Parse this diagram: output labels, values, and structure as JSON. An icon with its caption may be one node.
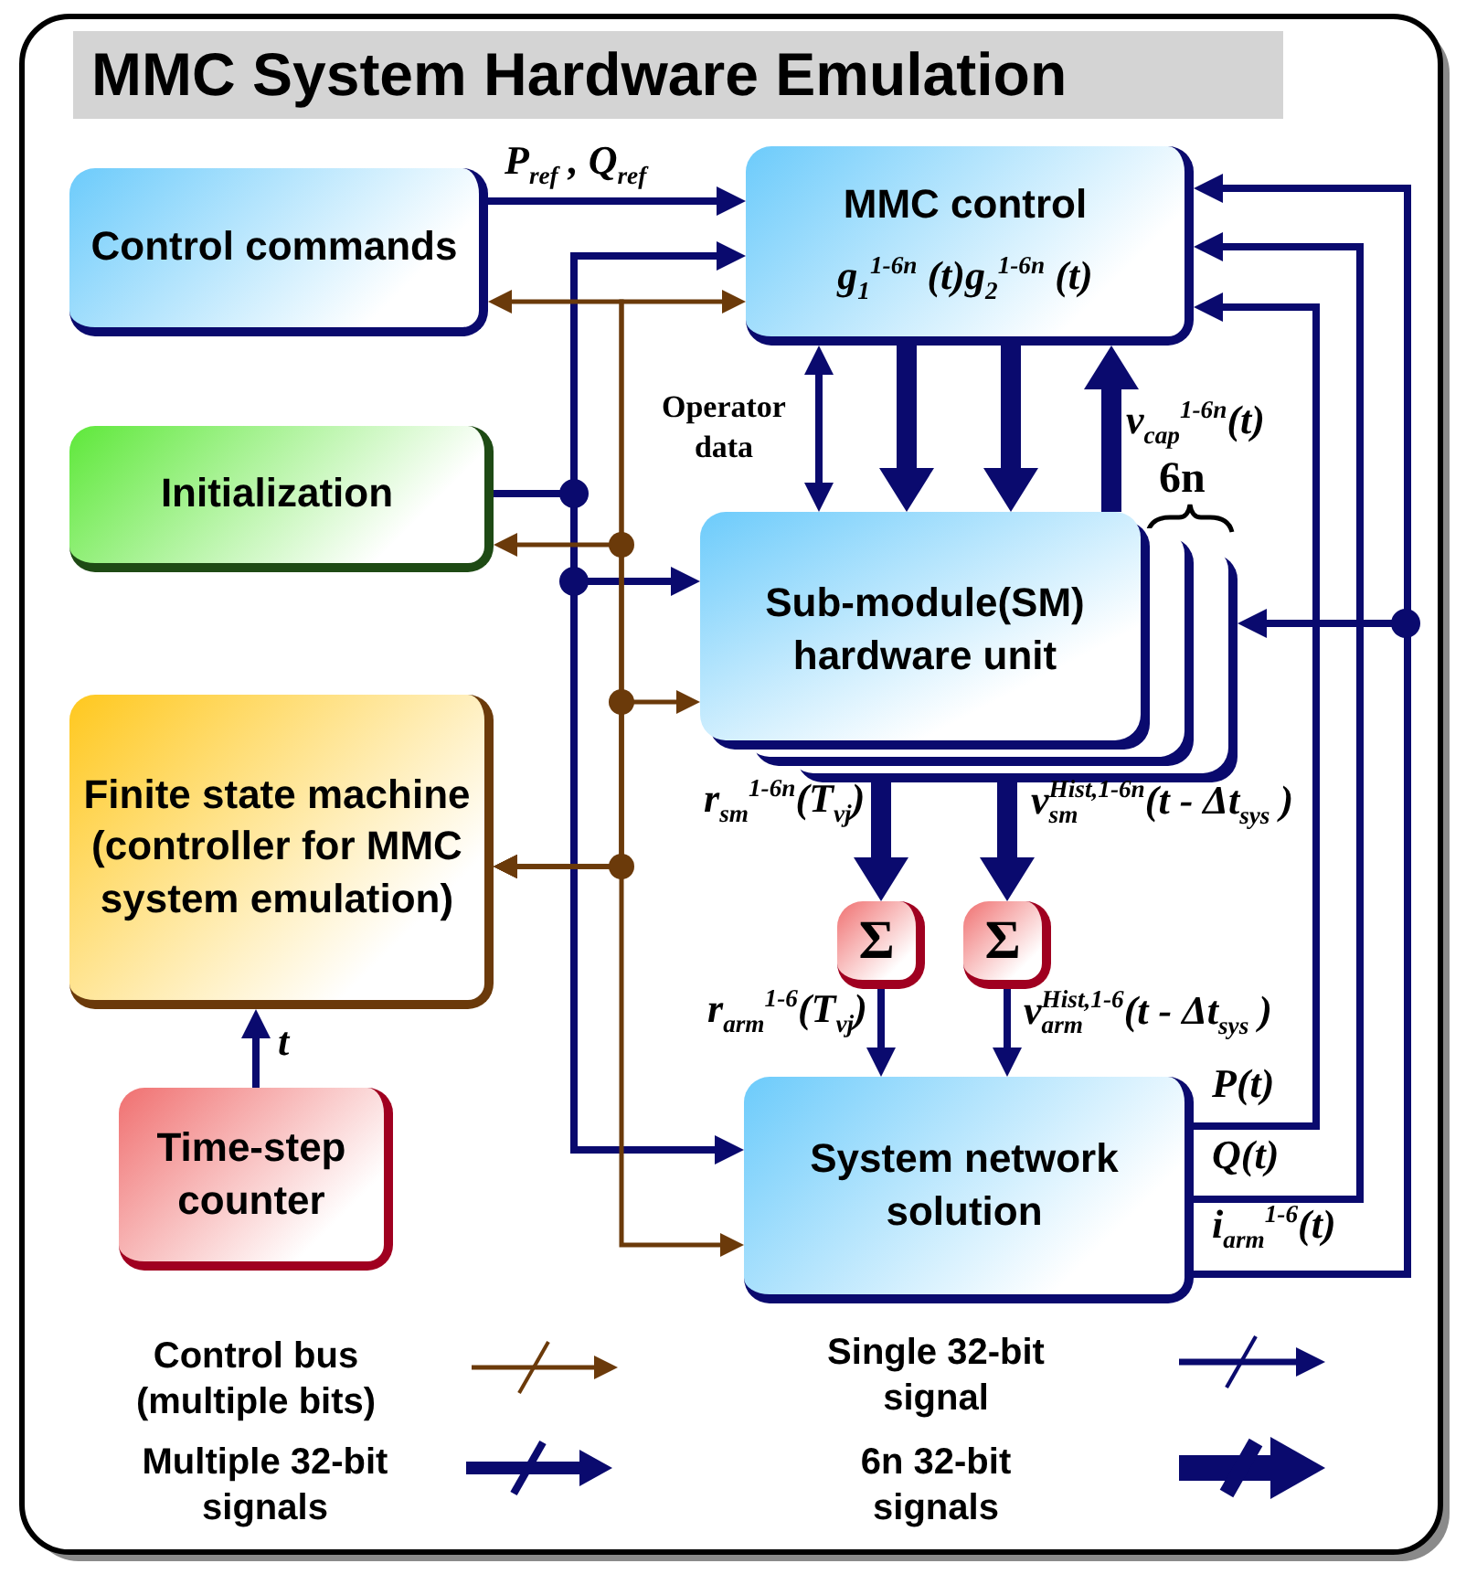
{
  "diagram": {
    "title": "MMC System Hardware Emulation",
    "nodes": [
      {
        "text": [
          "Control commands"
        ]
      },
      {
        "text": [
          "MMC control",
          "g$_{1}$$^{1-6n}$ (t)g$_{2}$$^{1-6n}$ (t)"
        ]
      },
      {
        "text": [
          "Initialization"
        ]
      },
      {
        "text": [
          "Sub-module(SM) hardware unit"
        ],
        "beside": [
          "6n"
        ]
      },
      {
        "text": [
          "Finite state machine (controller for MMC system emulation)"
        ]
      },
      {
        "text": [
          "Σ"
        ]
      },
      {
        "text": [
          "Σ"
        ]
      },
      {
        "text": [
          "Time-step counter"
        ]
      },
      {
        "text": [
          "System network solution"
        ]
      }
    ],
    "edges": [
      {
        "from": 0,
        "to": 1,
        "arrow": "to",
        "label": "P$_{ref}$ , Q$_{ref}$"
      },
      {
        "from": 2,
        "to": 1,
        "arrow": "to"
      },
      {
        "from": 2,
        "to": 3,
        "arrow": "to"
      },
      {
        "from": 2,
        "to": 8,
        "arrow": "to"
      },
      {
        "from": 4,
        "to": 0,
        "arrow": "both",
        "color": "#6b3a0a"
      },
      {
        "from": 4,
        "to": 1,
        "arrow": "both",
        "color": "#6b3a0a"
      },
      {
        "from": 4,
        "to": 2,
        "arrow": "both",
        "color": "#6b3a0a"
      },
      {
        "from": 4,
        "to": 3,
        "arrow": "both",
        "color": "#6b3a0a"
      },
      {
        "from": 4,
        "to": 8,
        "arrow": "both",
        "color": "#6b3a0a"
      },
      {
        "from": 1,
        "to": 3,
        "arrow": "both",
        "label": "Operator data"
      },
      {
        "from": 1,
        "to": 3,
        "arrow": "to",
        "style": "thick"
      },
      {
        "from": 1,
        "to": 3,
        "arrow": "to",
        "style": "thick"
      },
      {
        "from": 3,
        "to": 1,
        "arrow": "to",
        "style": "thick",
        "label": "v$_{cap}$$^{1-6n}$(t)"
      },
      {
        "from": 3,
        "to": 5,
        "arrow": "to",
        "style": "thick",
        "label": "r$_{sm}$$^{1-6n}$(T$_{vj}$)"
      },
      {
        "from": 3,
        "to": 6,
        "arrow": "to",
        "style": "thick",
        "label": "v$^{Hist,1-6n}$$_{sm}$(t - Δt$_{sys}$ )"
      },
      {
        "from": 5,
        "to": 8,
        "arrow": "to",
        "label": "r$_{arm}$$^{1-6}$(T$_{vj}$)"
      },
      {
        "from": 6,
        "to": 8,
        "arrow": "to",
        "label": "v$^{Hist,1-6}$$_{arm}$(t - Δt$_{sys}$ )"
      },
      {
        "from": 8,
        "to": 1,
        "arrow": "to",
        "label": "P(t)"
      },
      {
        "from": 8,
        "to": 1,
        "arrow": "to",
        "label": "Q(t)"
      },
      {
        "from": 8,
        "to": 1,
        "arrow": "to",
        "label": "i$_{arm}$$^{1-6}$(t)"
      },
      {
        "from": 8,
        "to": 3,
        "arrow": "to"
      },
      {
        "from": 7,
        "to": 4,
        "arrow": "to",
        "label": "t"
      }
    ],
    "legend": [
      {
        "text": "Control bus (multiple bits)"
      },
      {
        "text": "Single 32-bit signal"
      },
      {
        "text": "Multiple 32-bit signals"
      },
      {
        "text": "6n 32-bit signals"
      }
    ]
  }
}
